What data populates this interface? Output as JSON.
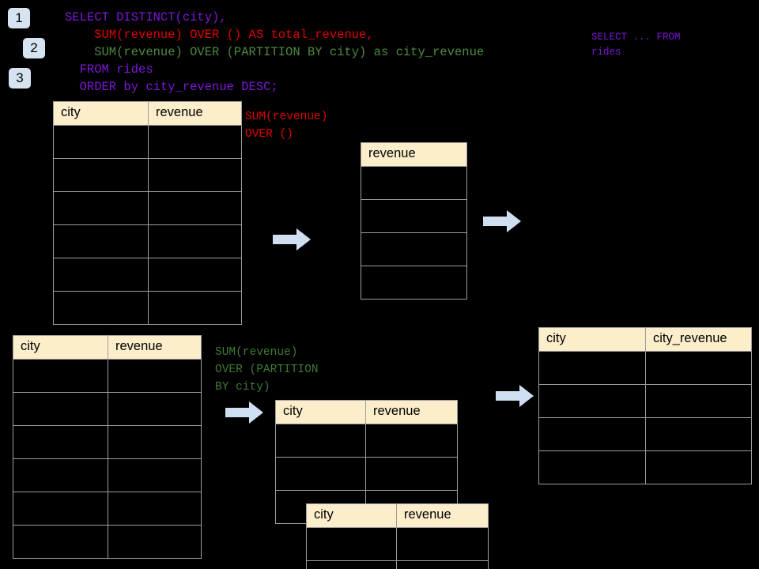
{
  "diagram": {
    "title": "SQL window function explanation diagram",
    "background_color": "#000000",
    "badge_color": "#d6e4f2",
    "header_color": "#fceeca",
    "arrow_color": "#cfdff1",
    "border_color": "#9d9d9d"
  },
  "badges": [
    {
      "label": "1"
    },
    {
      "label": "2"
    },
    {
      "label": "3"
    }
  ],
  "sql": {
    "lines": [
      {
        "text": "SELECT DISTINCT(city),",
        "color": "#7d17d6",
        "color_name": "purple"
      },
      {
        "text": "    SUM(revenue) OVER () AS total_revenue,",
        "color": "#e00000",
        "color_name": "red"
      },
      {
        "text": "    SUM(revenue) OVER (PARTITION BY city) as city_revenue",
        "color": "#4f8a3f",
        "color_name": "green"
      },
      {
        "text": "  FROM rides",
        "color": "#7d17d6",
        "color_name": "purple"
      },
      {
        "text": "  ORDER by city_revenue DESC;",
        "color": "#7d17d6",
        "color_name": "purple"
      }
    ]
  },
  "side_note": {
    "text": "SELECT ... FROM\nrides",
    "color": "#7d17d6"
  },
  "annotations": {
    "total_revenue": {
      "text": "SUM(revenue)\nOVER ()",
      "color": "#e00000"
    },
    "city_revenue": {
      "text": "SUM(revenue)\nOVER (PARTITION\nBY city)",
      "color": "#3f7a34"
    }
  },
  "tables": {
    "source_top": {
      "name": "rides-source-table",
      "columns": [
        "city",
        "revenue"
      ],
      "body_rows": 6
    },
    "total_revenue_result": {
      "name": "total-revenue-table",
      "columns": [
        "revenue"
      ],
      "body_rows": 4
    },
    "source_bottom": {
      "name": "rides-source-table-partitioned",
      "columns": [
        "city",
        "revenue"
      ],
      "body_rows": 6
    },
    "partition_back": {
      "name": "partition-group-table-back",
      "columns": [
        "city",
        "revenue"
      ],
      "body_rows": 3
    },
    "partition_front": {
      "name": "partition-group-table-front",
      "columns": [
        "city",
        "revenue"
      ],
      "body_rows": 2
    },
    "final_result": {
      "name": "city-revenue-result-table",
      "columns": [
        "city",
        "city_revenue"
      ],
      "body_rows": 4
    }
  },
  "arrows": [
    {
      "name": "arrow-source-to-total"
    },
    {
      "name": "arrow-total-to-final"
    },
    {
      "name": "arrow-source-to-partition"
    },
    {
      "name": "arrow-partition-to-final"
    }
  ]
}
